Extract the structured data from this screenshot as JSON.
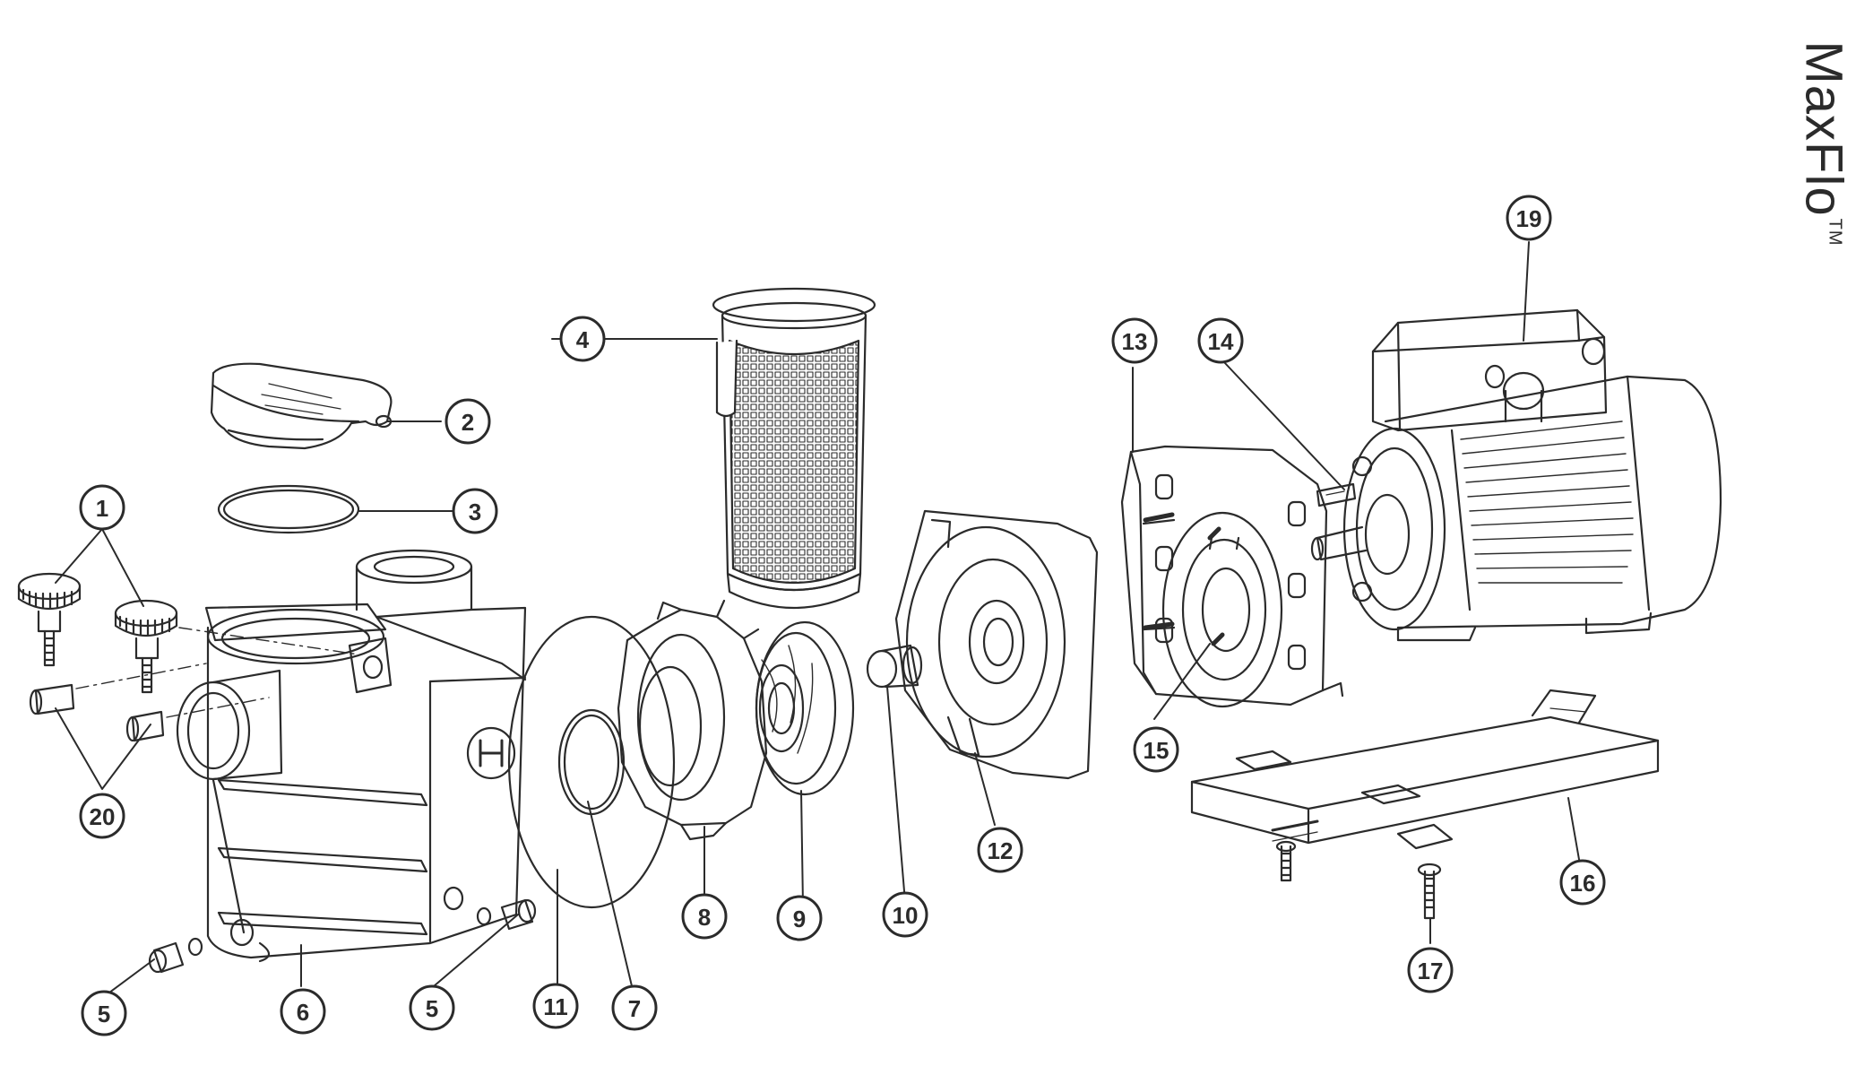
{
  "brand": {
    "name": "MaxFlo",
    "mark": "TM"
  },
  "callouts": [
    "1",
    "2",
    "3",
    "4",
    "5",
    "5",
    "6",
    "7",
    "8",
    "9",
    "10",
    "11",
    "12",
    "13",
    "14",
    "15",
    "16",
    "17",
    "19",
    "20"
  ],
  "colors": {
    "line": "#2b2b2b",
    "background": "#ffffff"
  }
}
